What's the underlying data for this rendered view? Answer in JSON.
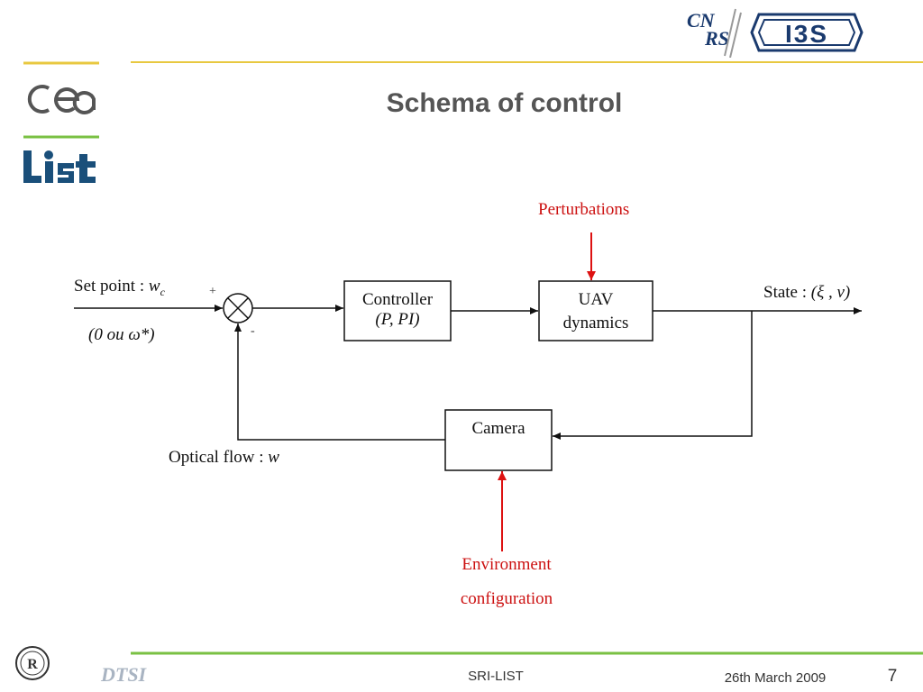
{
  "slide": {
    "title": "Schema of control",
    "page_number": "7",
    "footer_center": "SRI-LIST",
    "footer_date": "26th March 2009",
    "footer_department": "DTSI"
  },
  "logos": {
    "cea": "cea",
    "list": "list",
    "cnrs": "CNRS",
    "i3s": "I3S"
  },
  "diagram": {
    "set_point_label": "Set point : ",
    "set_point_var": "w",
    "set_point_sub": "c",
    "set_point_note": "(0 ou ω*)",
    "plus_sign": "+",
    "minus_sign": "-",
    "controller_line1": "Controller",
    "controller_line2": "(P, PI)",
    "uav_line1": "UAV",
    "uav_line2": "dynamics",
    "state_label": "State : ",
    "state_vars": "(ξ , v)",
    "perturbations": "Perturbations",
    "camera": "Camera",
    "optical_flow_label": "Optical flow : ",
    "optical_flow_var": "w",
    "environment_line1": "Environment",
    "environment_line2": "configuration"
  },
  "colors": {
    "title": "#555555",
    "accent_yellow": "#e8c840",
    "accent_green": "#7ac143",
    "red_arrow": "#dd1111"
  }
}
